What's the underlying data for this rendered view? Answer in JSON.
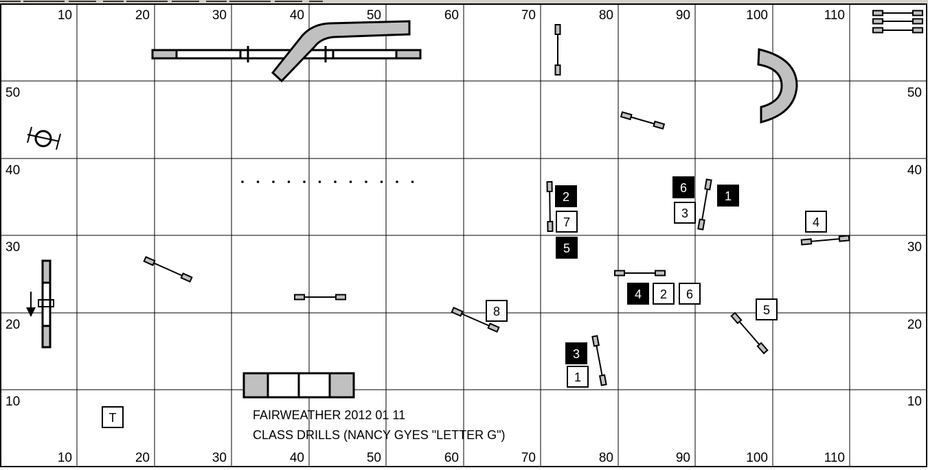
{
  "course": {
    "title": "FAIRWEATHER 2012  01  11",
    "subtitle": "CLASS DRILLS (NANCY GYES \"LETTER G\")"
  },
  "axes": {
    "x_labels": [
      "10",
      "20",
      "30",
      "40",
      "50",
      "60",
      "70",
      "80",
      "90",
      "100",
      "110"
    ],
    "y_labels": [
      "50",
      "40",
      "30",
      "20",
      "10"
    ]
  },
  "markers": {
    "black": [
      "1",
      "2",
      "3",
      "4",
      "5",
      "6"
    ],
    "white": [
      "1",
      "2",
      "3",
      "4",
      "5",
      "6",
      "7",
      "8"
    ],
    "table": "T"
  },
  "colors": {
    "equipment_fill": "#c0c0c0",
    "black_marker": "#000000",
    "grid": "#000000"
  }
}
